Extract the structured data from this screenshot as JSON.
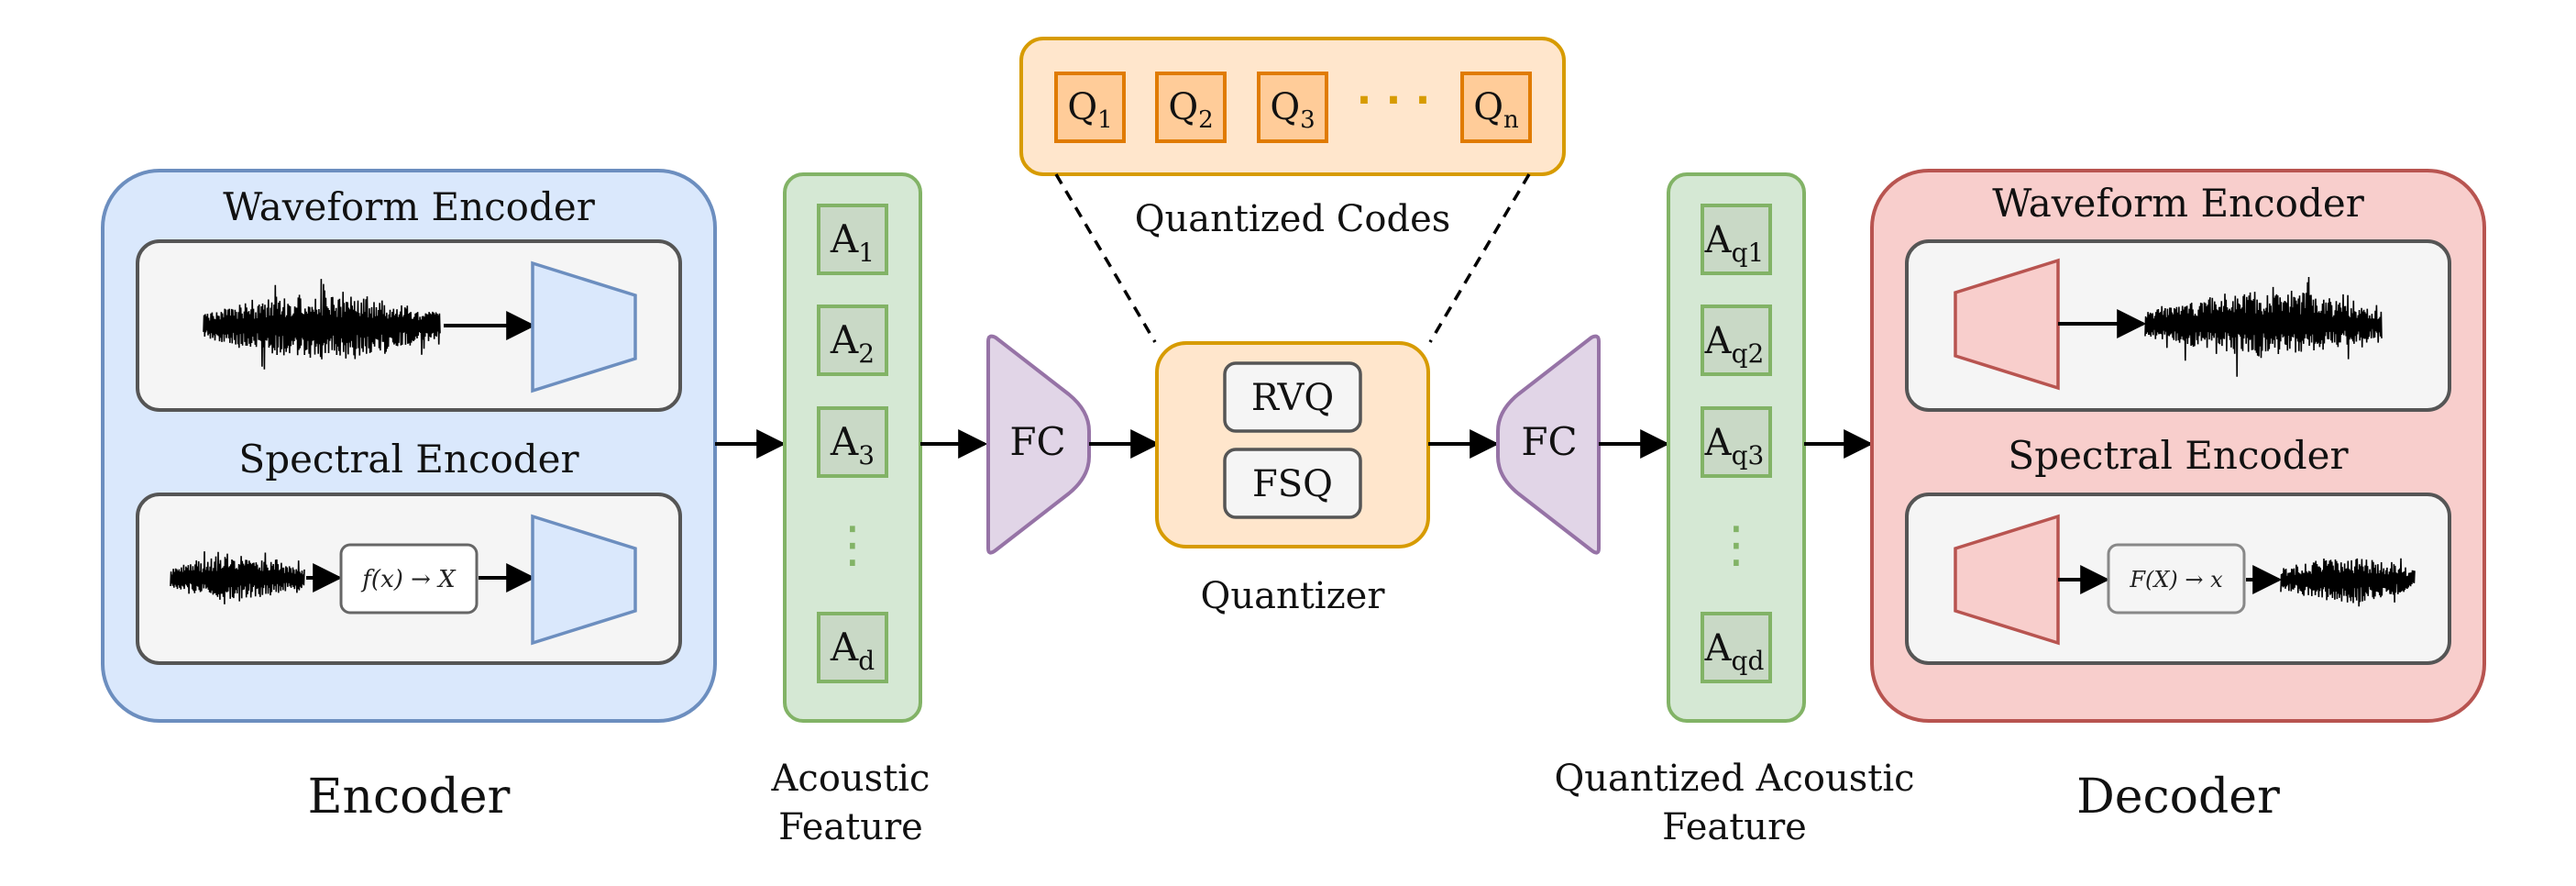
{
  "encoder": {
    "waveform_title": "Waveform Encoder",
    "spectral_title": "Spectral Encoder",
    "transform": "f(x) → X",
    "caption": "Encoder"
  },
  "acoustic_feature": {
    "items": [
      {
        "base": "A",
        "sub": "1"
      },
      {
        "base": "A",
        "sub": "2"
      },
      {
        "base": "A",
        "sub": "3"
      },
      {
        "base": "A",
        "sub": "d"
      }
    ],
    "ellipsis": "⋮",
    "caption_line1": "Acoustic",
    "caption_line2": "Feature"
  },
  "fc_left": {
    "label": "FC"
  },
  "quantized_codes": {
    "items": [
      {
        "base": "Q",
        "sub": "1"
      },
      {
        "base": "Q",
        "sub": "2"
      },
      {
        "base": "Q",
        "sub": "3"
      },
      {
        "base": "Q",
        "sub": "n"
      }
    ],
    "ellipsis": "· · ·",
    "caption": "Quantized Codes"
  },
  "quantizer": {
    "methods": [
      "RVQ",
      "FSQ"
    ],
    "caption": "Quantizer"
  },
  "fc_right": {
    "label": "FC"
  },
  "quantized_acoustic_feature": {
    "items": [
      {
        "base": "A",
        "sub": "q1"
      },
      {
        "base": "A",
        "sub": "q2"
      },
      {
        "base": "A",
        "sub": "q3"
      },
      {
        "base": "A",
        "sub": "qd"
      }
    ],
    "ellipsis": "⋮",
    "caption_line1": "Quantized Acoustic",
    "caption_line2": "Feature"
  },
  "decoder": {
    "waveform_title": "Waveform Encoder",
    "spectral_title": "Spectral Encoder",
    "transform": "F(X) → x",
    "caption": "Decoder"
  },
  "colors": {
    "encoder_fill": "#dae8fc",
    "encoder_stroke": "#6c8ebf",
    "feature_fill": "#d5e8d4",
    "feature_stroke": "#82b366",
    "fc_fill": "#e1d5e7",
    "fc_stroke": "#9673a6",
    "quant_fill": "#ffe6cc",
    "quant_stroke": "#d79b00",
    "code_fill": "#ffcc99",
    "code_stroke": "#e07b00",
    "decoder_fill": "#f8cecc",
    "decoder_stroke": "#b85450",
    "inner_fill": "#f5f5f5",
    "inner_stroke": "#555555"
  }
}
